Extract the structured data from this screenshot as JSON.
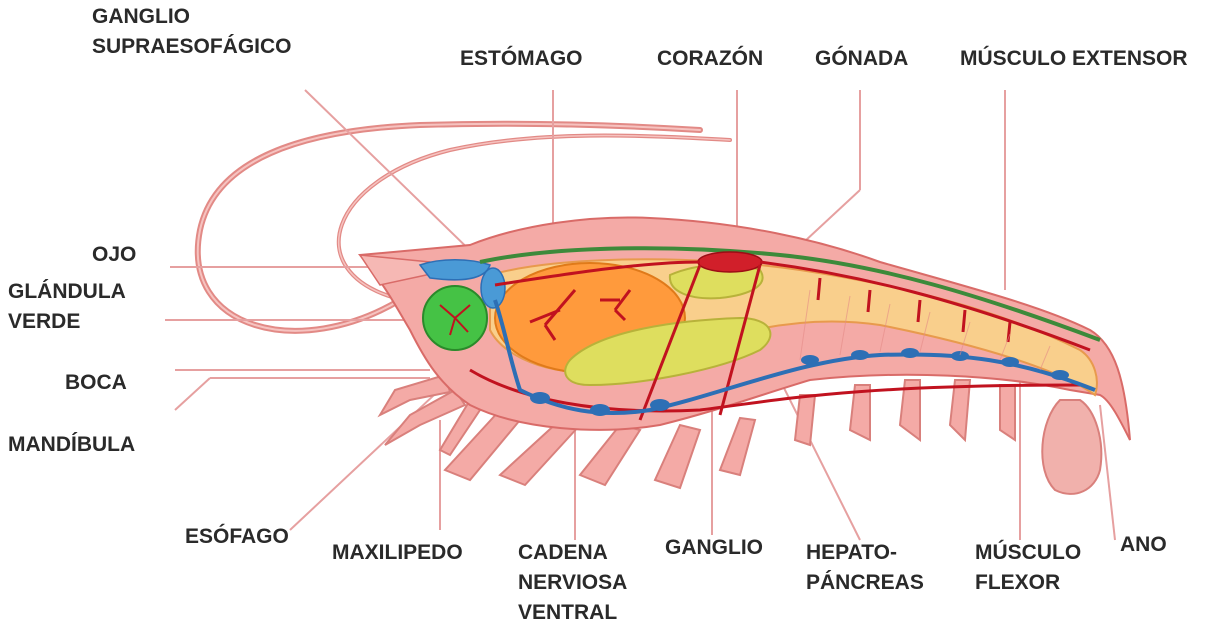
{
  "labels": {
    "ganglio_supraesofagico": [
      "GANGLIO",
      "SUPRAESOFÁGICO"
    ],
    "estomago": "ESTÓMAGO",
    "corazon": "CORAZÓN",
    "gonada": "GÓNADA",
    "musculo_extensor": "MÚSCULO EXTENSOR",
    "ojo": "OJO",
    "glandula_verde": [
      "GLÁNDULA",
      "VERDE"
    ],
    "boca": "BOCA",
    "mandibula": "MANDÍBULA",
    "esofago": "ESÓFAGO",
    "maxilipedo": "MAXILIPEDO",
    "cadena_nerviosa_ventral": [
      "CADENA",
      "NERVIOSA",
      "VENTRAL"
    ],
    "ganglio": "GANGLIO",
    "hepatopancreas": [
      "HEPATO-",
      "PÁNCREAS"
    ],
    "musculo_flexor": [
      "MÚSCULO",
      "FLEXOR"
    ],
    "ano": "ANO"
  },
  "colors": {
    "body": "#f1a39f",
    "body_outline": "#d96b68",
    "artery": "#c1121f",
    "nerve": "#2d6fb5",
    "gut": "#f4b36a",
    "stomach": "#ff8a2a",
    "hepatopancreas": "#d9d95a",
    "green_gland": "#3bb53b",
    "dorsal_vessel": "#3d8a3a",
    "leader_line": "#e6a0a0"
  }
}
